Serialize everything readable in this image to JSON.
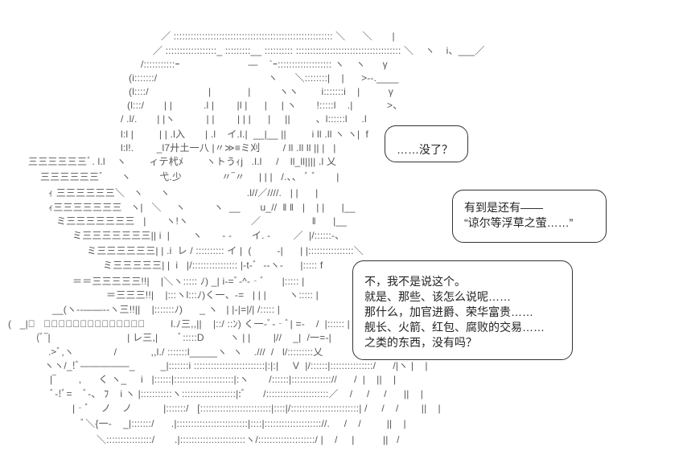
{
  "art_lines": [
    "／ :::::::::::::::::::::::::::::::::::::::::::::::::::::::: ＼      ＼       |",
    "／ ::::::::::::::::::_ :::::::::__ :::::::::: ::::::::::::::::::::::::::::::::::::: ＼    ヽ    i、___／",
    "/:::::::::::ｰ                        ―    `ｰ::::::::::::::::::: ヽ    ヽ      γ",
    "(i:::::::/                                       ヽ      ＼::::::::|    |      >‐-.____",
    "(l::::/                     |             |          ヽヽ        i:::::::i    |          γ",
    "(l:::/       | |           .l |        |l |      |     | ヽ       !:::::l    .|            >、",
    "/ .l/.       | |ヽ           | |        | | |      |     ||         、l::::::l     .l",
    "l:l |         | | .l入       | .l    イ.l.|  __|__ ||         i ll .ll ヽ ヽ|  f",
    "l:l!.        _l7廾土一八 |〃≫≡ミ刈        / ll .ll ll || |   |",
    "三三三三三三ﾞ. l.l    ヽ        ィテ杙ﾒ        ヽトうｨj   .l.l     /    ll_ll|||| .l 乂",
    "三三三三三三ﾞ      ヽ          弋.少              〃‾〃     | | |   /.、、 ﾞ ﾞ       |",
    "ｨ 三三三三三三＼   ヽ      ヽ                           .l//／////.   | |      |",
    "ｨ三三三三三三三   ヽ|   ＼     ヽ          ヽ  __       u_//  ‖ ‖   |    | |      |__",
    "ミ三三三三三三三   |       ヽ!ヽ                      ／                  ‖      |__",
    "ミ三三三三三三三|| i  |        ヽ       ‐ ‐       イ. ‐        ／  |/::::::‐、",
    "ミ三三三三三三| | .i  レ / :::::::::: イ |  (         ‐|      | |::::::::::::::::＼",
    "ミ三三三三三| |  i   |/:::::::::::::::: |-t-ﾞ  ‐‐ヽ‐      |::::: f",
    "＝＝三三三三三!!|    |＼ヽ::::: ﾉ) _| i‐=ﾞ‐^‐‐ﾞ      |::::: |",
    "＝三三三!!|    |:::ヽl:::ﾉ)く一、‐=   | | |        ヽ::::: |",
    "__(ヽ‐‐――‐‐ヽ三!!||    |:::::::ﾉ)      _ ヽ   | |‐|=|/| /::::: |",
    "(   _|ﾞ   ﾞﾞﾞﾞﾞﾞﾞﾞﾞﾞﾞﾞﾞﾞ         l.ﾉ三,,||    |::/ ::ﾝ) く一‐ﾞ‐‐ﾞ| =‐    /  |:::::: |",
    "(ﾞ‾|                           | レ三,|       ﾞ:::::D         ヽ | |        |//    _|  /一=‐|",
    ".>ﾞ,ヽ              /            ,,l./ :::::::l_____ヽ  ヽ    .///  /   l/:::::::::乂",
    "ヽヽ/_!ﾞ―――――_         _|:::::::i :::::::::::::::::::::::::|:|:|     V  |/::::::|:::::::::::::::/      /|ヽ |    |",
    "|‾        ,      く ヽ_     i   |::::::|:::::::::::::::::::::|:ヽ       /::::::|:::::::::::::://      /  |    ||    |",
    "ﾞ‐!ﾞ=    ﾞ‐、 ﾌ    i ヽ |:::::::::::ヽ:::::::::::::::::::|:ﾞ      /::::::::::::::::::::::／    /     /     /      ||    |",
    "|‐ﾞ    ノ    ノ           |:::::::/   [:::::::::::::::::::::::::|::::|/::::::::::::::::::::::::| /     /    /        ||    |",
    "ﾞ＼{一‐    _|:::::::/      .|:::::::::::::::::::::::::|::::|:::::::::::::::::::://.     /    /         ||    |",
    "＼::::::::::::::::/       .|:::::::::::::::::::::::ヽ/::::::::::::::::::::/ |    /     |          ||   /"
  ],
  "bubbles": {
    "first": {
      "lines": [
        "……没了？"
      ]
    },
    "second": {
      "lines": [
        "有到是还有——",
        "“谅尔等浮草之萤……”"
      ]
    },
    "third": {
      "lines": [
        "不，我不是说这个。",
        "就是、那些、该怎么说呢……",
        "那什么，加官进爵、荣华富贵……",
        "舰长、火箭、红包、腐败的交易……",
        "之类的东西，没有吗？"
      ]
    }
  }
}
